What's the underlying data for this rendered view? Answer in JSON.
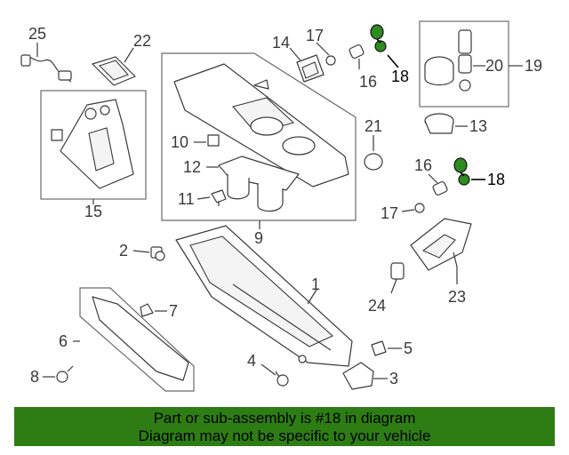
{
  "callouts": {
    "c1": "1",
    "c2": "2",
    "c3": "3",
    "c4": "4",
    "c5": "5",
    "c6": "6",
    "c7": "7",
    "c8": "8",
    "c9": "9",
    "c10": "10",
    "c11": "11",
    "c12": "12",
    "c13": "13",
    "c14": "14",
    "c15": "15",
    "c16a": "16",
    "c16b": "16",
    "c17a": "17",
    "c17b": "17",
    "c18a": "18",
    "c18b": "18",
    "c19": "19",
    "c20": "20",
    "c21": "21",
    "c22": "22",
    "c23": "23",
    "c24": "24",
    "c25": "25"
  },
  "highlighted_part": "18",
  "colors": {
    "highlight": "#2e8b1f",
    "banner": "#2e7d14"
  },
  "banner": {
    "line1": "Part or sub-assembly is #18 in diagram",
    "line2": "Diagram may not be specific to your vehicle"
  }
}
